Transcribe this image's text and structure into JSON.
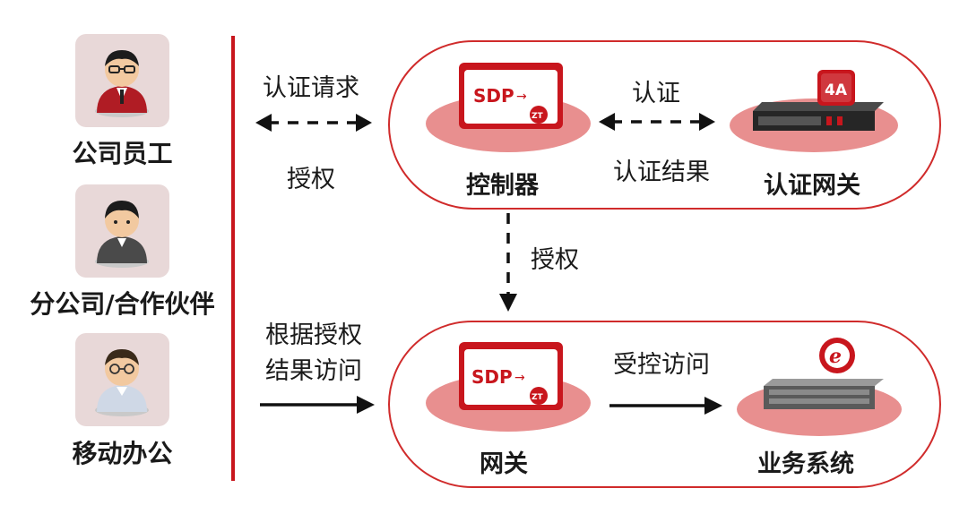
{
  "users": [
    {
      "label": "公司员工",
      "icon": "employee-icon"
    },
    {
      "label": "分公司/合作伙伴",
      "icon": "partner-icon"
    },
    {
      "label": "移动办公",
      "icon": "mobile-worker-icon"
    }
  ],
  "left_arrows": {
    "auth_request": "认证请求",
    "authorize": "授权",
    "access_line1": "根据授权",
    "access_line2": "结果访问"
  },
  "top_zone": {
    "controller_label": "控制器",
    "controller_device_text": "SDP",
    "controller_badge": "ZT",
    "auth_label": "认证",
    "auth_result_label": "认证结果",
    "gateway_label": "认证网关",
    "gateway_badge": "4A"
  },
  "middle": {
    "authorize_label": "授权"
  },
  "bottom_zone": {
    "gateway_label": "网关",
    "gateway_device_text": "SDP",
    "gateway_badge": "ZT",
    "controlled_access_label": "受控访问",
    "business_label": "业务系统"
  },
  "colors": {
    "accent": "#c8161d",
    "ellipse": "#e88f8f",
    "box_bg": "#e8d8d8"
  }
}
